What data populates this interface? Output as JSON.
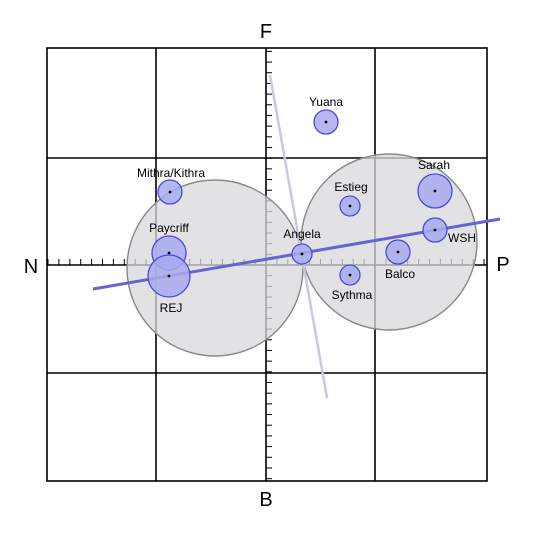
{
  "axes": {
    "top": "F",
    "bottom": "B",
    "left": "N",
    "right": "P"
  },
  "colors": {
    "node_fill": "#a9a9f0",
    "node_stroke": "#4a4ad8",
    "cluster_fill": "#d8d8dc",
    "cluster_stroke": "#888888",
    "trend_line": "#6464d2",
    "trend_line_faint": "#c8c8e6",
    "grid": "#000000"
  },
  "nodes": [
    {
      "id": "yuana",
      "label": "Yuana"
    },
    {
      "id": "mithra",
      "label": "Mithra/Kithra"
    },
    {
      "id": "sarah",
      "label": "Sarah"
    },
    {
      "id": "estieg",
      "label": "Estieg"
    },
    {
      "id": "paycriff",
      "label": "Paycriff"
    },
    {
      "id": "angela",
      "label": "Angela"
    },
    {
      "id": "wsh",
      "label": "WSH"
    },
    {
      "id": "balco",
      "label": "Balco"
    },
    {
      "id": "sythma",
      "label": "Sythma"
    },
    {
      "id": "rej",
      "label": "REJ"
    }
  ]
}
